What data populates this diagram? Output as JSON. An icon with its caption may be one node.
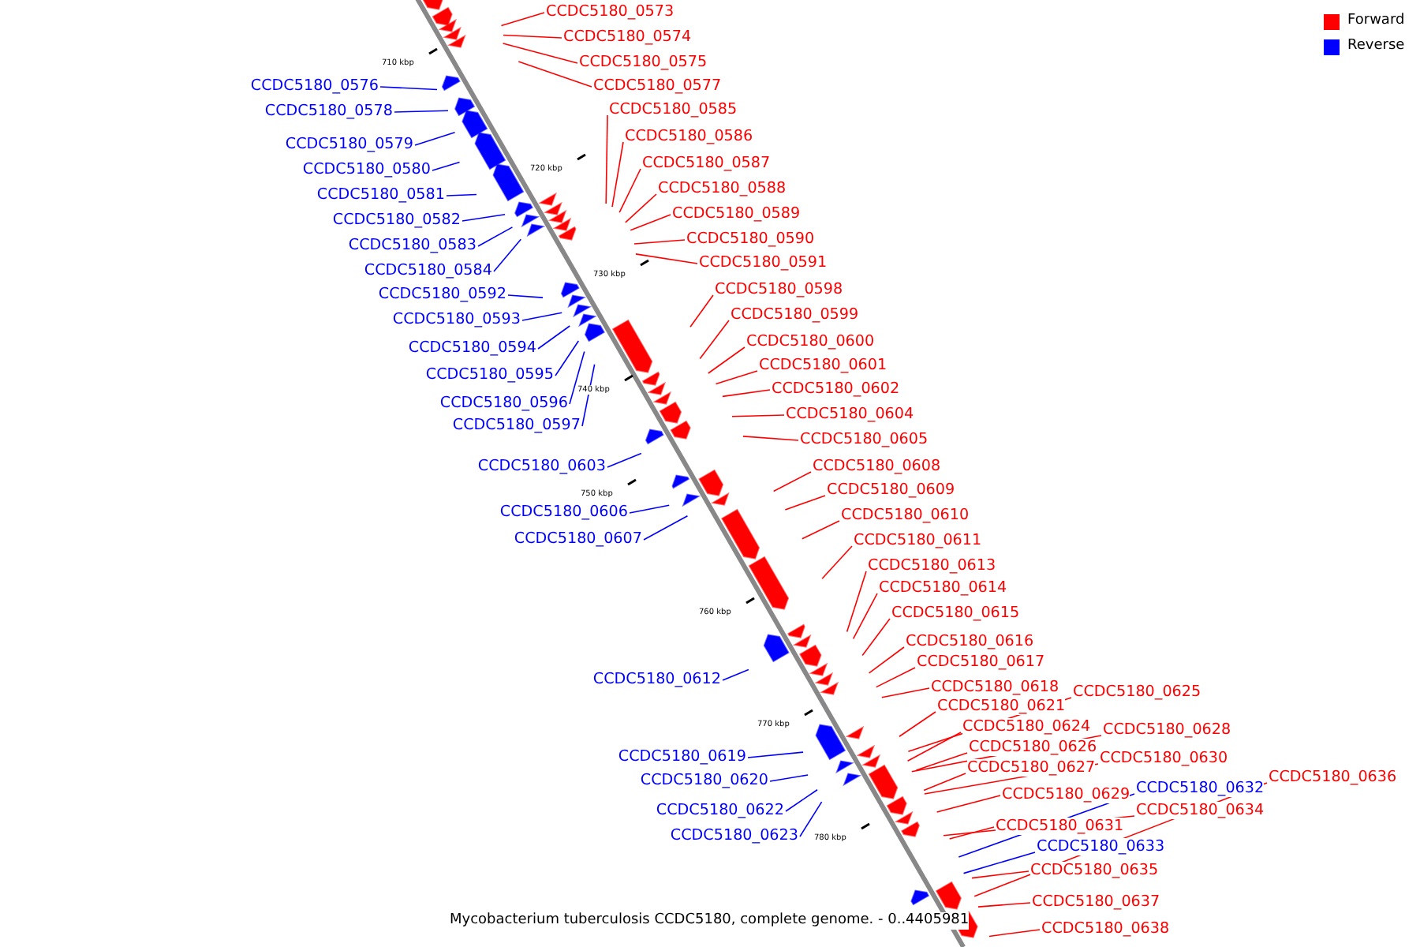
{
  "diagram": {
    "caption": "Mycobacterium tuberculosis CCDC5180, complete genome. - 0..4405981",
    "nodes": [
      {
        "text": [
          "CCDC5180_0573"
        ]
      },
      {
        "text": [
          "CCDC5180_0574"
        ]
      },
      {
        "text": [
          "CCDC5180_0575"
        ]
      },
      {
        "text": [
          "CCDC5180_0577"
        ]
      },
      {
        "text": [
          "CCDC5180_0576"
        ]
      },
      {
        "text": [
          "CCDC5180_0578"
        ]
      },
      {
        "text": [
          "CCDC5180_0585"
        ]
      },
      {
        "text": [
          "CCDC5180_0586"
        ]
      },
      {
        "text": [
          "CCDC5180_0579"
        ]
      },
      {
        "text": [
          "CCDC5180_0587"
        ]
      },
      {
        "text": [
          "CCDC5180_0580"
        ]
      },
      {
        "text": [
          "CCDC5180_0588"
        ]
      },
      {
        "text": [
          "CCDC5180_0581"
        ]
      },
      {
        "text": [
          "CCDC5180_0589"
        ]
      },
      {
        "text": [
          "CCDC5180_0582"
        ]
      },
      {
        "text": [
          "CCDC5180_0590"
        ]
      },
      {
        "text": [
          "CCDC5180_0583"
        ]
      },
      {
        "text": [
          "CCDC5180_0591"
        ]
      },
      {
        "text": [
          "CCDC5180_0584"
        ]
      },
      {
        "text": [
          "CCDC5180_0598"
        ]
      },
      {
        "text": [
          "CCDC5180_0592"
        ]
      },
      {
        "text": [
          "CCDC5180_0599"
        ]
      },
      {
        "text": [
          "CCDC5180_0593"
        ]
      },
      {
        "text": [
          "CCDC5180_0600"
        ]
      },
      {
        "text": [
          "CCDC5180_0594"
        ]
      },
      {
        "text": [
          "CCDC5180_0601"
        ]
      },
      {
        "text": [
          "CCDC5180_0595"
        ]
      },
      {
        "text": [
          "CCDC5180_0602"
        ]
      },
      {
        "text": [
          "CCDC5180_0596"
        ]
      },
      {
        "text": [
          "CCDC5180_0604"
        ]
      },
      {
        "text": [
          "CCDC5180_0597"
        ]
      },
      {
        "text": [
          "CCDC5180_0605"
        ]
      },
      {
        "text": [
          "CCDC5180_0603"
        ]
      },
      {
        "text": [
          "CCDC5180_0608"
        ]
      },
      {
        "text": [
          "CCDC5180_0609"
        ]
      },
      {
        "text": [
          "CCDC5180_0606"
        ]
      },
      {
        "text": [
          "CCDC5180_0610"
        ]
      },
      {
        "text": [
          "CCDC5180_0607"
        ]
      },
      {
        "text": [
          "CCDC5180_0611"
        ]
      },
      {
        "text": [
          "CCDC5180_0613"
        ]
      },
      {
        "text": [
          "CCDC5180_0614"
        ]
      },
      {
        "text": [
          "CCDC5180_0615"
        ]
      },
      {
        "text": [
          "CCDC5180_0616"
        ]
      },
      {
        "text": [
          "CCDC5180_0617"
        ]
      },
      {
        "text": [
          "CCDC5180_0612"
        ]
      },
      {
        "text": [
          "CCDC5180_0618"
        ]
      },
      {
        "text": [
          "CCDC5180_0625"
        ]
      },
      {
        "text": [
          "CCDC5180_0621"
        ]
      },
      {
        "text": [
          "CCDC5180_0624"
        ]
      },
      {
        "text": [
          "CCDC5180_0628"
        ]
      },
      {
        "text": [
          "CCDC5180_0626"
        ]
      },
      {
        "text": [
          "CCDC5180_0619"
        ]
      },
      {
        "text": [
          "CCDC5180_0630"
        ]
      },
      {
        "text": [
          "CCDC5180_0627"
        ]
      },
      {
        "text": [
          "CCDC5180_0636"
        ]
      },
      {
        "text": [
          "CCDC5180_0620"
        ]
      },
      {
        "text": [
          "CCDC5180_0632"
        ]
      },
      {
        "text": [
          "CCDC5180_0629"
        ]
      },
      {
        "text": [
          "CCDC5180_0634"
        ]
      },
      {
        "text": [
          "CCDC5180_0622"
        ]
      },
      {
        "text": [
          "CCDC5180_0631"
        ]
      },
      {
        "text": [
          "CCDC5180_0623"
        ]
      },
      {
        "text": [
          "CCDC5180_0633"
        ]
      },
      {
        "text": [
          "CCDC5180_0635"
        ]
      },
      {
        "text": [
          "CCDC5180_0637"
        ]
      },
      {
        "text": [
          "CCDC5180_0638"
        ]
      }
    ],
    "edges": [
      {
        "from": 0,
        "to": null,
        "arrow": "none"
      },
      {
        "from": 1,
        "to": null,
        "arrow": "none"
      },
      {
        "from": 2,
        "to": null,
        "arrow": "none"
      },
      {
        "from": 3,
        "to": null,
        "arrow": "none"
      },
      {
        "from": 4,
        "to": null,
        "arrow": "none",
        "color": "#0000ff"
      },
      {
        "from": 5,
        "to": null,
        "arrow": "none",
        "color": "#0000ff"
      },
      {
        "from": 6,
        "to": null,
        "arrow": "none"
      },
      {
        "from": 7,
        "to": null,
        "arrow": "none"
      },
      {
        "from": 8,
        "to": null,
        "arrow": "none",
        "color": "#0000ff"
      },
      {
        "from": 9,
        "to": null,
        "arrow": "none"
      },
      {
        "from": 10,
        "to": null,
        "arrow": "none",
        "color": "#0000ff"
      },
      {
        "from": 11,
        "to": null,
        "arrow": "none"
      },
      {
        "from": 12,
        "to": null,
        "arrow": "none",
        "color": "#0000ff"
      },
      {
        "from": 13,
        "to": null,
        "arrow": "none"
      },
      {
        "from": 14,
        "to": null,
        "arrow": "none",
        "color": "#0000ff"
      },
      {
        "from": 15,
        "to": null,
        "arrow": "none"
      },
      {
        "from": 16,
        "to": null,
        "arrow": "none",
        "color": "#0000ff"
      },
      {
        "from": 17,
        "to": null,
        "arrow": "none"
      },
      {
        "from": 18,
        "to": null,
        "arrow": "none",
        "color": "#0000ff"
      },
      {
        "from": 19,
        "to": null,
        "arrow": "none"
      },
      {
        "from": 20,
        "to": null,
        "arrow": "none",
        "color": "#0000ff"
      },
      {
        "from": 21,
        "to": null,
        "arrow": "none"
      },
      {
        "from": 22,
        "to": null,
        "arrow": "none",
        "color": "#0000ff"
      },
      {
        "from": 23,
        "to": null,
        "arrow": "none"
      },
      {
        "from": 24,
        "to": null,
        "arrow": "none",
        "color": "#0000ff"
      },
      {
        "from": 25,
        "to": null,
        "arrow": "none"
      },
      {
        "from": 26,
        "to": null,
        "arrow": "none",
        "color": "#0000ff"
      },
      {
        "from": 27,
        "to": null,
        "arrow": "none"
      },
      {
        "from": 28,
        "to": null,
        "arrow": "none",
        "color": "#0000ff"
      },
      {
        "from": 29,
        "to": null,
        "arrow": "none"
      },
      {
        "from": 30,
        "to": null,
        "arrow": "none",
        "color": "#0000ff"
      },
      {
        "from": 31,
        "to": null,
        "arrow": "none"
      },
      {
        "from": 32,
        "to": null,
        "arrow": "none",
        "color": "#0000ff"
      },
      {
        "from": 33,
        "to": null,
        "arrow": "none"
      },
      {
        "from": 34,
        "to": null,
        "arrow": "none"
      },
      {
        "from": 35,
        "to": null,
        "arrow": "none",
        "color": "#0000ff"
      },
      {
        "from": 36,
        "to": null,
        "arrow": "none"
      },
      {
        "from": 37,
        "to": null,
        "arrow": "none",
        "color": "#0000ff"
      },
      {
        "from": 38,
        "to": null,
        "arrow": "none"
      },
      {
        "from": 39,
        "to": null,
        "arrow": "none"
      },
      {
        "from": 40,
        "to": null,
        "arrow": "none"
      },
      {
        "from": 41,
        "to": null,
        "arrow": "none"
      },
      {
        "from": 42,
        "to": null,
        "arrow": "none"
      },
      {
        "from": 43,
        "to": null,
        "arrow": "none"
      },
      {
        "from": 44,
        "to": null,
        "arrow": "none",
        "color": "#0000ff"
      },
      {
        "from": 45,
        "to": null,
        "arrow": "none"
      },
      {
        "from": 46,
        "to": null,
        "arrow": "none"
      },
      {
        "from": 47,
        "to": null,
        "arrow": "none"
      },
      {
        "from": 48,
        "to": null,
        "arrow": "none"
      },
      {
        "from": 49,
        "to": null,
        "arrow": "none"
      },
      {
        "from": 50,
        "to": null,
        "arrow": "none"
      },
      {
        "from": 51,
        "to": null,
        "arrow": "none",
        "color": "#0000ff"
      },
      {
        "from": 52,
        "to": null,
        "arrow": "none"
      },
      {
        "from": 53,
        "to": null,
        "arrow": "none"
      },
      {
        "from": 54,
        "to": null,
        "arrow": "none"
      },
      {
        "from": 55,
        "to": null,
        "arrow": "none",
        "color": "#0000ff"
      },
      {
        "from": 56,
        "to": null,
        "arrow": "none",
        "color": "#0000ff"
      },
      {
        "from": 57,
        "to": null,
        "arrow": "none"
      },
      {
        "from": 58,
        "to": null,
        "arrow": "none"
      },
      {
        "from": 59,
        "to": null,
        "arrow": "none",
        "color": "#0000ff"
      },
      {
        "from": 60,
        "to": null,
        "arrow": "none"
      },
      {
        "from": 61,
        "to": null,
        "arrow": "none",
        "color": "#0000ff"
      },
      {
        "from": 62,
        "to": null,
        "arrow": "none",
        "color": "#0000ff"
      },
      {
        "from": 63,
        "to": null,
        "arrow": "none"
      },
      {
        "from": 64,
        "to": null,
        "arrow": "none"
      },
      {
        "from": 65,
        "to": null,
        "arrow": "none"
      }
    ],
    "labels": [
      "710 kbp",
      "720 kbp",
      "730 kbp",
      "740 kbp",
      "750 kbp",
      "760 kbp",
      "770 kbp",
      "780 kbp"
    ],
    "legend": [
      {
        "text": "Forward",
        "color": "#ff0000"
      },
      {
        "text": "Reverse",
        "color": "#0000ff"
      }
    ]
  }
}
